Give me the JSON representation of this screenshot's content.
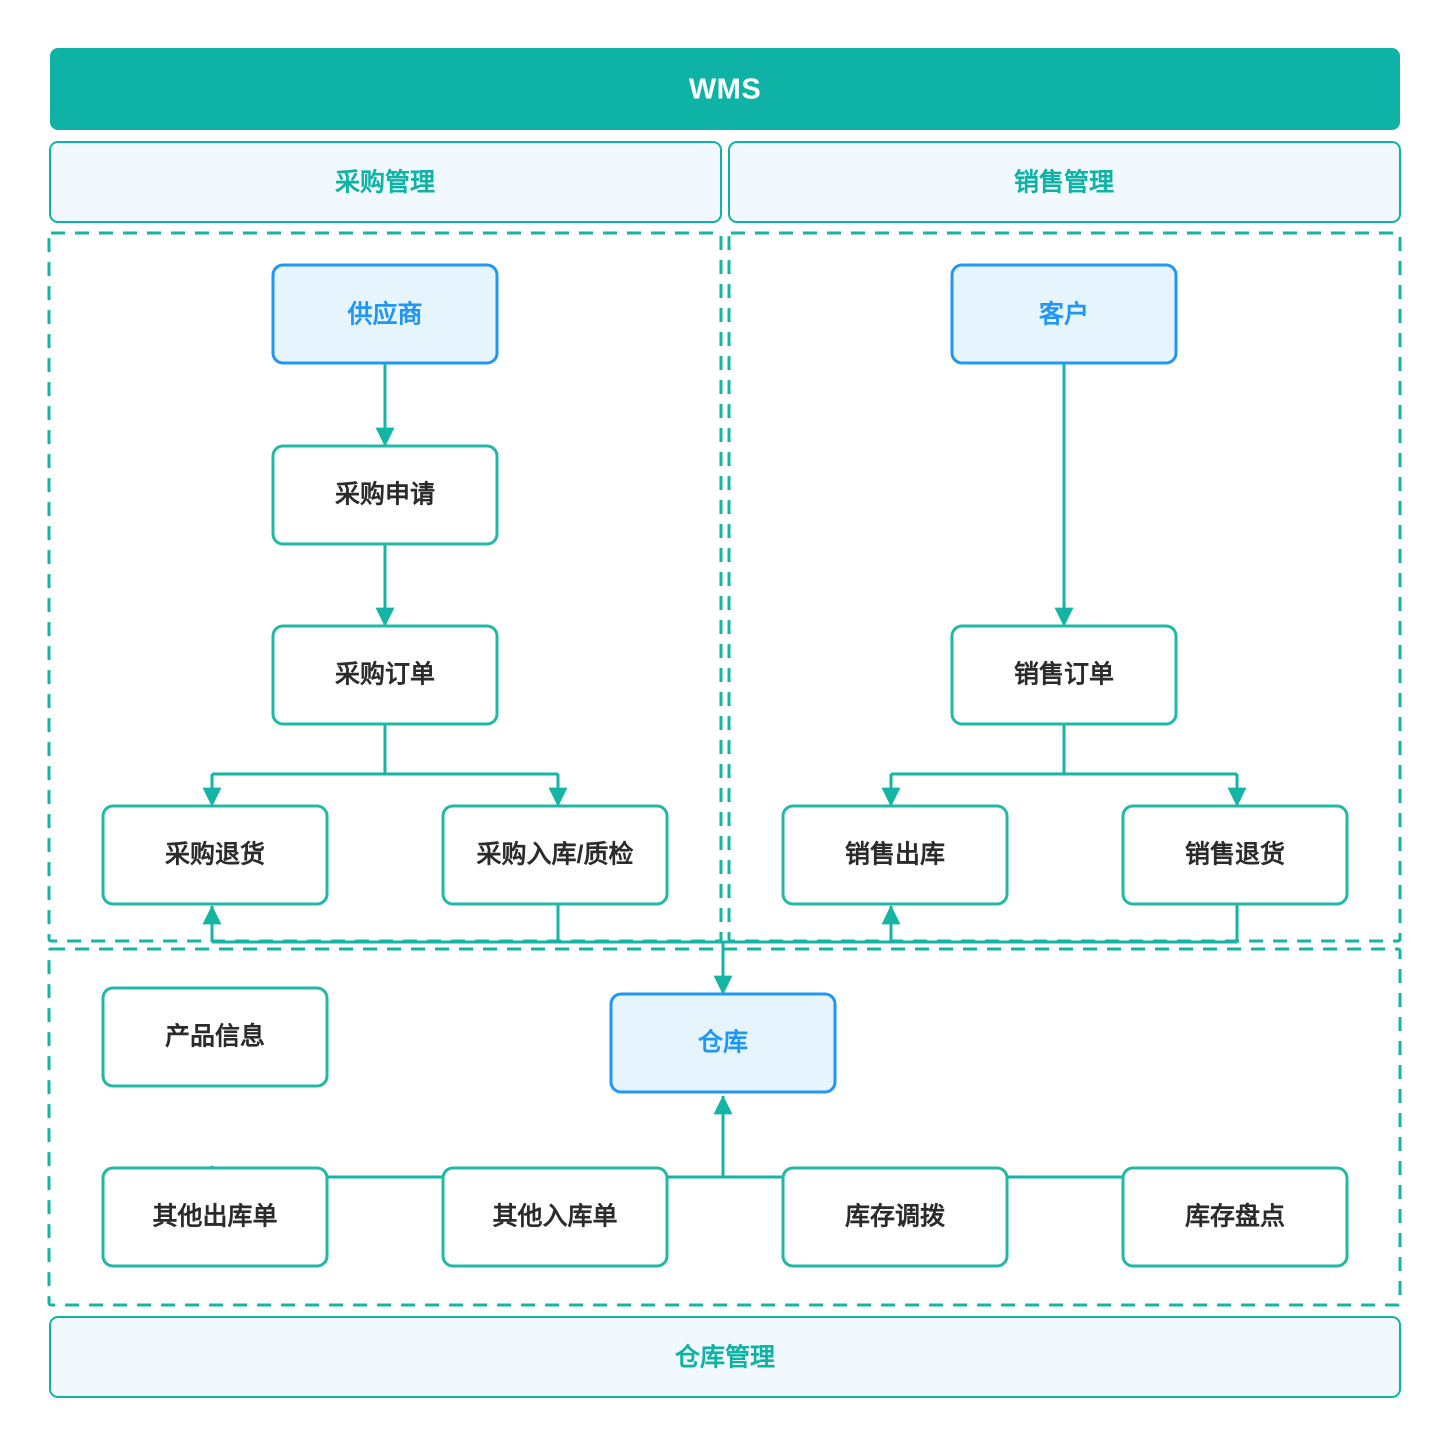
{
  "diagram": {
    "title": "WMS",
    "type": "flowchart",
    "colors": {
      "header_fill": "#0FB3A5",
      "header_text": "#FFFFFF",
      "band_fill": "#F1F8FE",
      "band_border": "#0FB3A5",
      "band_text": "#0FB3A5",
      "node_fill": "#FFFFFF",
      "node_border": "#22B8A6",
      "node_text": "#2B2B2B",
      "accent_fill": "#E6F4FD",
      "accent_border": "#2196F3",
      "accent_text": "#2196F3",
      "connector": "#14B5A4",
      "group_dash": "#14B5A4"
    },
    "header": {
      "label": "WMS"
    },
    "bands": [
      {
        "id": "band-purchasing",
        "label": "采购管理"
      },
      {
        "id": "band-sales",
        "label": "销售管理"
      },
      {
        "id": "band-warehouse",
        "label": "仓库管理"
      }
    ],
    "groups": [
      {
        "id": "group-purchasing",
        "label": "采购管理"
      },
      {
        "id": "group-sales",
        "label": "销售管理"
      },
      {
        "id": "group-warehouse",
        "label": "仓库管理"
      }
    ],
    "nodes": [
      {
        "id": "supplier",
        "label": "供应商",
        "style": "accent",
        "group": "purchasing"
      },
      {
        "id": "purchase-request",
        "label": "采购申请",
        "style": "plain",
        "group": "purchasing"
      },
      {
        "id": "purchase-order",
        "label": "采购订单",
        "style": "plain",
        "group": "purchasing"
      },
      {
        "id": "purchase-return",
        "label": "采购退货",
        "style": "plain",
        "group": "purchasing"
      },
      {
        "id": "purchase-inbound",
        "label": "采购入库/质检",
        "style": "plain",
        "group": "purchasing"
      },
      {
        "id": "customer",
        "label": "客户",
        "style": "accent",
        "group": "sales"
      },
      {
        "id": "sales-order",
        "label": "销售订单",
        "style": "plain",
        "group": "sales"
      },
      {
        "id": "sales-outbound",
        "label": "销售出库",
        "style": "plain",
        "group": "sales"
      },
      {
        "id": "sales-return",
        "label": "销售退货",
        "style": "plain",
        "group": "sales"
      },
      {
        "id": "product-info",
        "label": "产品信息",
        "style": "plain",
        "group": "warehouse"
      },
      {
        "id": "warehouse",
        "label": "仓库",
        "style": "accent",
        "group": "warehouse"
      },
      {
        "id": "other-outbound",
        "label": "其他出库单",
        "style": "plain",
        "group": "warehouse"
      },
      {
        "id": "other-inbound",
        "label": "其他入库单",
        "style": "plain",
        "group": "warehouse"
      },
      {
        "id": "stock-transfer",
        "label": "库存调拨",
        "style": "plain",
        "group": "warehouse"
      },
      {
        "id": "stock-count",
        "label": "库存盘点",
        "style": "plain",
        "group": "warehouse"
      }
    ],
    "edges": [
      {
        "from": "supplier",
        "to": "purchase-request"
      },
      {
        "from": "purchase-request",
        "to": "purchase-order"
      },
      {
        "from": "purchase-order",
        "to": "purchase-return"
      },
      {
        "from": "purchase-order",
        "to": "purchase-inbound"
      },
      {
        "from": "customer",
        "to": "sales-order"
      },
      {
        "from": "sales-order",
        "to": "sales-outbound"
      },
      {
        "from": "sales-order",
        "to": "sales-return"
      },
      {
        "from": "purchase-inbound",
        "to": "warehouse"
      },
      {
        "from": "sales-return",
        "to": "sales-outbound"
      },
      {
        "from": "warehouse",
        "to": "purchase-return"
      },
      {
        "from": "other-outbound",
        "to": "warehouse"
      },
      {
        "from": "other-inbound",
        "to": "warehouse"
      },
      {
        "from": "stock-transfer",
        "to": "warehouse"
      },
      {
        "from": "stock-count",
        "to": "warehouse"
      }
    ]
  }
}
